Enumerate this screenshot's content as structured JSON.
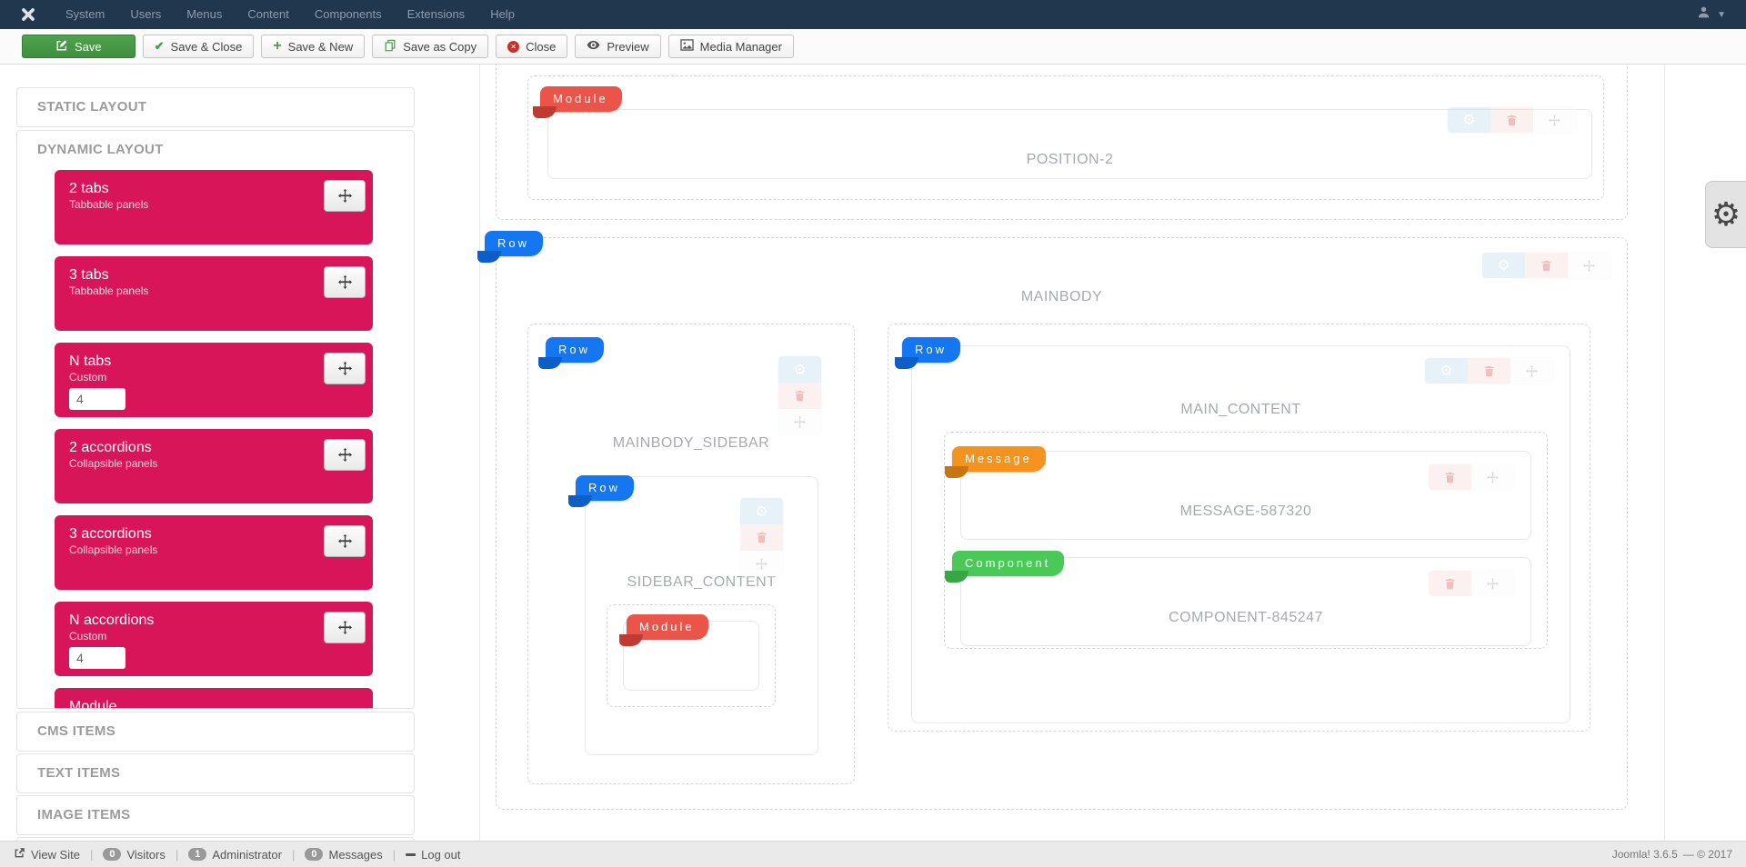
{
  "navbar": {
    "menus": [
      "System",
      "Users",
      "Menus",
      "Content",
      "Components",
      "Extensions",
      "Help"
    ]
  },
  "toolbar": {
    "save": "Save",
    "save_close": "Save & Close",
    "save_new": "Save & New",
    "save_copy": "Save as Copy",
    "close": "Close",
    "preview": "Preview",
    "media": "Media Manager"
  },
  "sidebar": {
    "sections": {
      "static": "STATIC LAYOUT",
      "dynamic": "DYNAMIC LAYOUT",
      "cms": "CMS ITEMS",
      "text": "TEXT ITEMS",
      "image": "IMAGE ITEMS"
    },
    "cards": [
      {
        "title": "2 tabs",
        "subtitle": "Tabbable panels"
      },
      {
        "title": "3 tabs",
        "subtitle": "Tabbable panels"
      },
      {
        "title": "N tabs",
        "subtitle": "Custom",
        "input": "4"
      },
      {
        "title": "2 accordions",
        "subtitle": "Collapsible panels"
      },
      {
        "title": "3 accordions",
        "subtitle": "Collapsible panels"
      },
      {
        "title": "N accordions",
        "subtitle": "Custom",
        "input": "4"
      },
      {
        "title": "Module",
        "subtitle": ""
      }
    ]
  },
  "canvas": {
    "badges": {
      "row": "Row",
      "module": "Module",
      "message": "Message",
      "component": "Component"
    },
    "positions": {
      "position2": "POSITION-2",
      "mainbody": "MAINBODY",
      "mainbody_sidebar": "MAINBODY_SIDEBAR",
      "sidebar_content": "SIDEBAR_CONTENT",
      "main_content": "MAIN_CONTENT",
      "message": "MESSAGE-587320",
      "component": "COMPONENT-845247"
    }
  },
  "statusbar": {
    "view_site": "View Site",
    "visitors_count": "0",
    "visitors_label": "Visitors",
    "admin_count": "1",
    "admin_label": "Administrator",
    "messages_count": "0",
    "messages_label": "Messages",
    "logout": "Log out",
    "version": "Joomla! 3.6.5",
    "copyright": "— © 2017"
  },
  "colors": {
    "navbar_bg": "#20374e",
    "card_pink": "#d81558",
    "save_green": "#479e47",
    "row_blue": "#1476f0",
    "module_red": "#ea5449",
    "message_orange": "#f6921e",
    "component_green": "#4ac959",
    "label_gray": "#a6aaae"
  }
}
